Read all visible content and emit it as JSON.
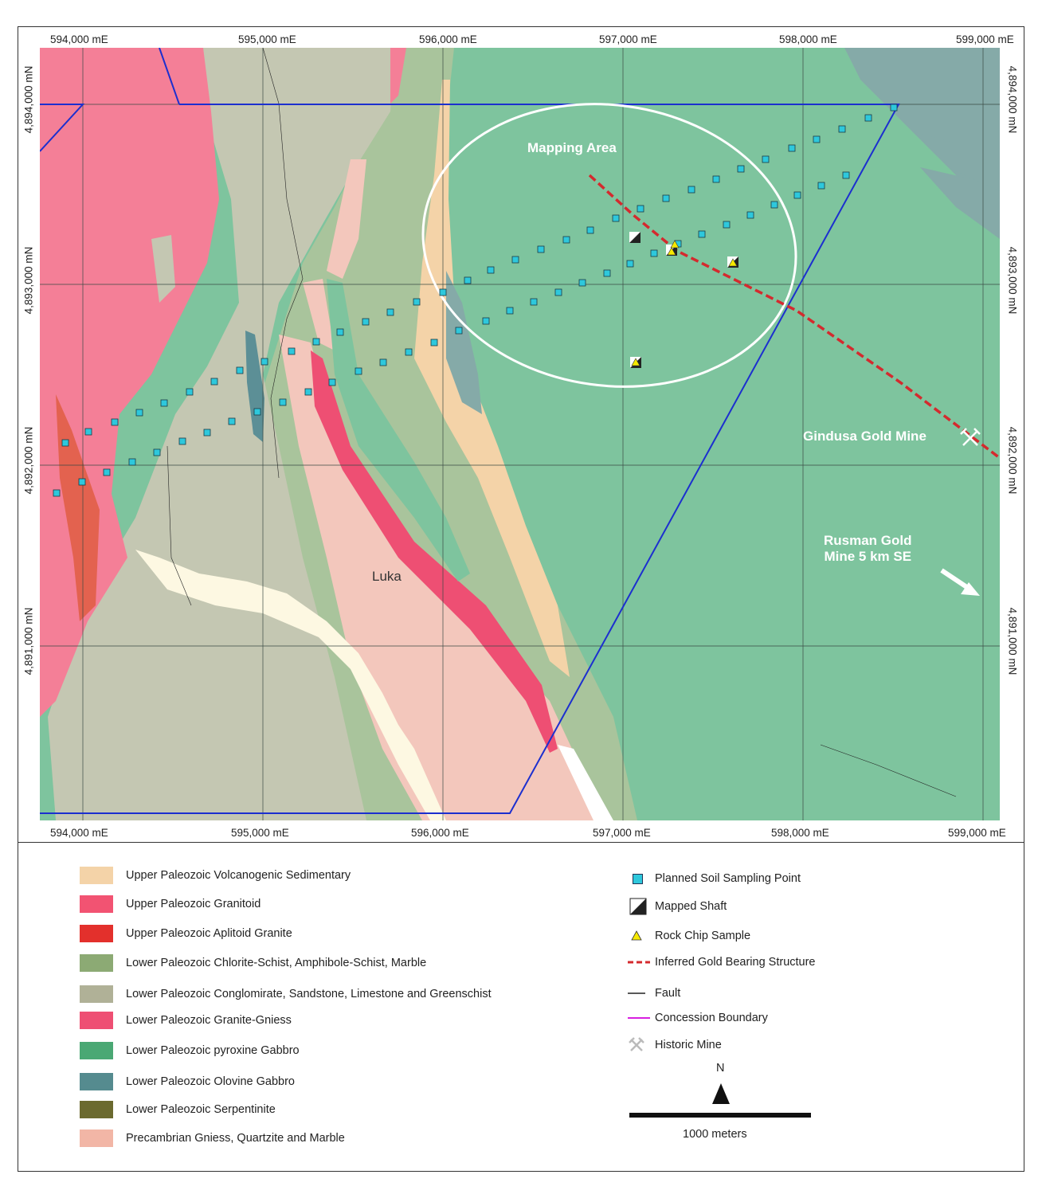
{
  "map": {
    "grid_easting_top": [
      "594,000 mE",
      "595,000 mE",
      "596,000 mE",
      "597,000 mE",
      "598,000 mE",
      "599,000 mE"
    ],
    "grid_easting_bottom": [
      "594,000 mE",
      "595,000 mE",
      "596,000 mE",
      "597,000 mE",
      "598,000 mE",
      "599,000 mE"
    ],
    "grid_northing": [
      "4,894,000 mN",
      "4,893,000 mN",
      "4,892,000 mN",
      "4,891,000 mN"
    ],
    "labels": {
      "mapping_area": "Mapping Area",
      "gindusa": "Gindusa Gold Mine",
      "rusman_line1": "Rusman Gold",
      "rusman_line2": "Mine 5 km SE",
      "luka": "Luka"
    },
    "colors": {
      "volcanogenic_sedimentary": "#f4d3a8",
      "granitoid": "#f47f97",
      "aplitoid_granite": "#e3302c",
      "chlorite_schist": "#a9c49c",
      "conglomerate": "#c4c7b2",
      "granite_gneiss": "#ee4f73",
      "pyroxine_gabbro": "#7ec49e",
      "olovine_gabbro": "#5c8f96",
      "serpentinite": "#6b6a2f",
      "precambrian": "#f3c7bc",
      "alluvium": "#fdf8e2",
      "concession": "#1c2fcf",
      "structure": "#d42a2e",
      "soil_point": "#2ec8dc"
    }
  },
  "legend": {
    "units": [
      {
        "label": "Upper Paleozoic Volcanogenic Sedimentary",
        "color": "#f4d3a8"
      },
      {
        "label": "Upper Paleozoic Granitoid",
        "color": "#f25372"
      },
      {
        "label": "Upper Paleozoic Aplitoid Granite",
        "color": "#e3302c"
      },
      {
        "label": "Lower Paleozoic Chlorite-Schist, Amphibole-Schist, Marble",
        "color": "#8caa74"
      },
      {
        "label": "Lower Paleozoic Conglomirate, Sandstone, Limestone and Greenschist",
        "color": "#b0b197"
      },
      {
        "label": "Lower Paleozoic Granite-Gniess",
        "color": "#ee4f73"
      },
      {
        "label": "Lower Paleozoic pyroxine Gabbro",
        "color": "#4aa874"
      },
      {
        "label": "Lower Paleozoic Olovine Gabbro",
        "color": "#558b8f"
      },
      {
        "label": "Lower Paleozoic Serpentinite",
        "color": "#6b6a2f"
      },
      {
        "label": "Precambrian Gniess, Quartzite and Marble",
        "color": "#f2b6a6"
      }
    ],
    "symbols": [
      {
        "label": "Planned Soil Sampling Point",
        "icon": "soil-point-icon"
      },
      {
        "label": "Mapped Shaft",
        "icon": "shaft-icon"
      },
      {
        "label": "Rock Chip Sample",
        "icon": "rock-chip-icon"
      },
      {
        "label": "Inferred Gold Bearing Structure",
        "icon": "dashed-line-icon"
      },
      {
        "label": "Fault",
        "icon": "fault-line-icon"
      },
      {
        "label": "Concession Boundary",
        "icon": "concession-line-icon"
      },
      {
        "label": "Historic Mine",
        "icon": "historic-mine-icon"
      }
    ],
    "north": "N",
    "scale": "1000 meters"
  }
}
